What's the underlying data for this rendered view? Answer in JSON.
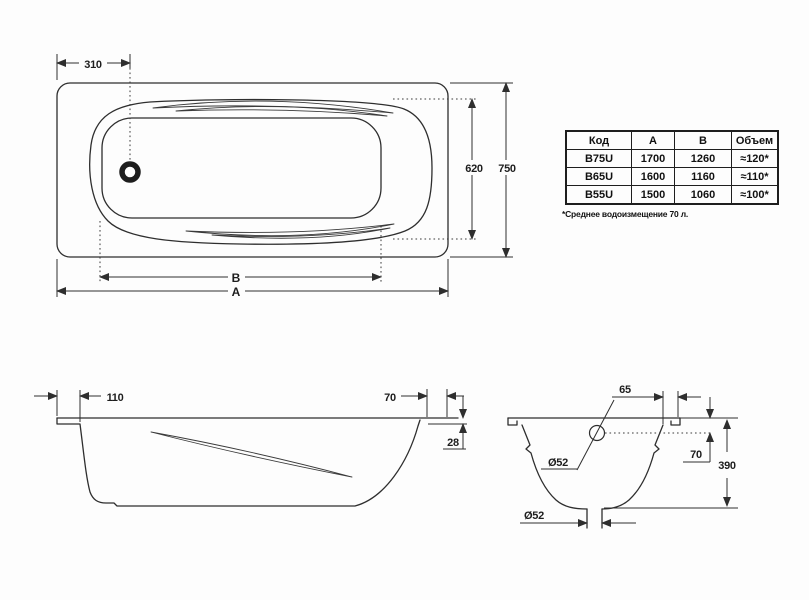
{
  "colors": {
    "line": "#2e2e2e",
    "background": "#fdfdfd",
    "table_border": "#1e1e1e"
  },
  "table": {
    "headers": [
      "Код",
      "A",
      "B",
      "Объем"
    ],
    "rows": [
      {
        "code": "B75U",
        "a": "1700",
        "b": "1260",
        "volume": "≈120*"
      },
      {
        "code": "B65U",
        "a": "1600",
        "b": "1160",
        "volume": "≈110*"
      },
      {
        "code": "B55U",
        "a": "1500",
        "b": "1060",
        "volume": "≈100*"
      }
    ],
    "footnote": "*Среднее водоизмещение 70 л."
  },
  "top_view": {
    "dim_drain_offset": "310",
    "dim_inner_width": "620",
    "dim_outer_width": "750",
    "dim_inner_length": "B",
    "dim_outer_length": "A"
  },
  "side_view": {
    "dim_left_rim": "110",
    "dim_right_rim": "70",
    "dim_rim_drop": "28"
  },
  "section_view": {
    "dim_overflow_inset": "65",
    "dim_overflow_down": "70",
    "dim_total_height": "390",
    "dim_overflow_dia": "Ø52",
    "dim_drain_dia": "Ø52"
  }
}
